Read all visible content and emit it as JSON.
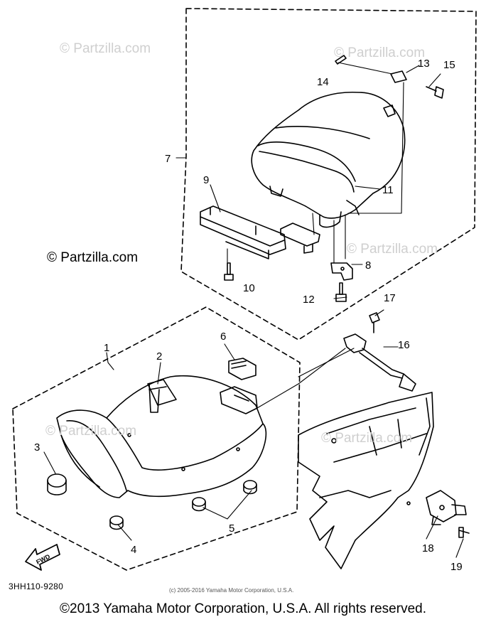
{
  "callouts": [
    {
      "id": "c1",
      "text": "1"
    },
    {
      "id": "c2",
      "text": "2"
    },
    {
      "id": "c3",
      "text": "3"
    },
    {
      "id": "c4",
      "text": "4"
    },
    {
      "id": "c5",
      "text": "5"
    },
    {
      "id": "c6",
      "text": "6"
    },
    {
      "id": "c7",
      "text": "7"
    },
    {
      "id": "c8",
      "text": "8"
    },
    {
      "id": "c9",
      "text": "9"
    },
    {
      "id": "c10",
      "text": "10"
    },
    {
      "id": "c11",
      "text": "11"
    },
    {
      "id": "c12",
      "text": "12"
    },
    {
      "id": "c13",
      "text": "13"
    },
    {
      "id": "c14",
      "text": "14"
    },
    {
      "id": "c15",
      "text": "15"
    },
    {
      "id": "c16",
      "text": "16"
    },
    {
      "id": "c17",
      "text": "17"
    },
    {
      "id": "c18",
      "text": "18"
    },
    {
      "id": "c19",
      "text": "19"
    }
  ],
  "fwd_label": "FWD",
  "part_code": "3HH110-9280",
  "fine_copyright": "(c) 2005-2016 Yamaha Motor Corporation, U.S.A.",
  "copyright": "©2013 Yamaha Motor Corporation, U.S.A. All rights reserved.",
  "watermarks": {
    "main": "© Partzilla.com",
    "faint": "© Partzilla.com"
  },
  "colors": {
    "line": "#000000",
    "watermark_faint": "#cfcfcf"
  }
}
